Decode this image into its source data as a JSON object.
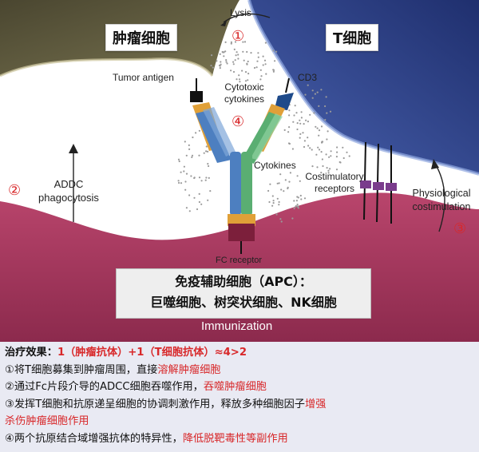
{
  "labels": {
    "tumor_cell": "肿瘤细胞",
    "t_cell": "T细胞",
    "lysis": "Lysis",
    "tumor_antigen": "Tumor antigen",
    "cd3": "CD3",
    "cytotoxic_cytokines": [
      "Cytotoxic",
      "cytokines"
    ],
    "cytokines": "Cytokines",
    "costimulatory_receptors": [
      "Costimulatory",
      "receptors"
    ],
    "addc_phagocytosis": [
      "ADDC",
      "phagocytosis"
    ],
    "physiological_costimulation": [
      "Physiological",
      "costimulation"
    ],
    "fc_receptor": "FC receptor",
    "immunization": "Immunization"
  },
  "markers": [
    "①",
    "②",
    "③",
    "④"
  ],
  "apc_box": {
    "line1": "免疫辅助细胞（APC）：",
    "line2": "巨噬细胞、树突状细胞、NK细胞"
  },
  "effects": {
    "title_label": "治疗效果：",
    "title_formula": "1（肿瘤抗体）+1（T细胞抗体）≈4>2",
    "items": [
      {
        "prefix": "①将T细胞募集到肿瘤周围，直接",
        "highlight": "溶解肿瘤细胞",
        "suffix": ""
      },
      {
        "prefix": "②通过Fc片段介导的ADCC细胞吞噬作用，",
        "highlight": "吞噬肿瘤细胞",
        "suffix": ""
      },
      {
        "prefix": "③发挥T细胞和抗原递呈细胞的协调刺激作用，释放多种细胞因子",
        "highlight": "增强",
        "suffix": ""
      },
      {
        "prefix": "",
        "highlight": "杀伤肿瘤细胞作用",
        "suffix": ""
      },
      {
        "prefix": "④两个抗原结合域增强抗体的特异性，",
        "highlight": "降低脱靶毒性等副作用",
        "suffix": ""
      }
    ]
  },
  "colors": {
    "tumor_cell": "#5e5a3c",
    "t_cell": "#2c3f84",
    "apc": "#a8395f",
    "antibody_blue": "#4d7fc0",
    "antibody_green": "#5aae72",
    "hinge": "#1e4a8a",
    "highlight_red": "#d8282a"
  }
}
